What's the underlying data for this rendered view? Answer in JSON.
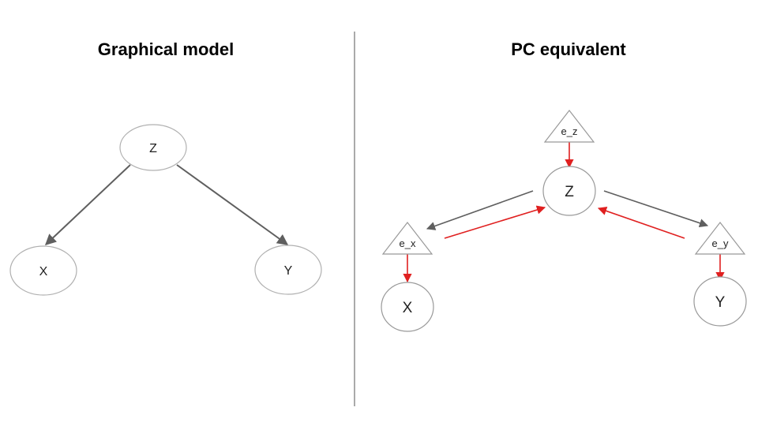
{
  "left_panel": {
    "title": "Graphical model",
    "nodes": {
      "z": "Z",
      "x": "X",
      "y": "Y"
    }
  },
  "right_panel": {
    "title": "PC equivalent",
    "nodes": {
      "z": "Z",
      "x": "X",
      "y": "Y",
      "e_z": "e_z",
      "e_x": "e_x",
      "e_y": "e_y"
    }
  },
  "colors": {
    "node_stroke": "#b0b0b0",
    "structural_arrow": "#5f5f5f",
    "error_arrow": "#e02020",
    "divider": "#555555"
  }
}
